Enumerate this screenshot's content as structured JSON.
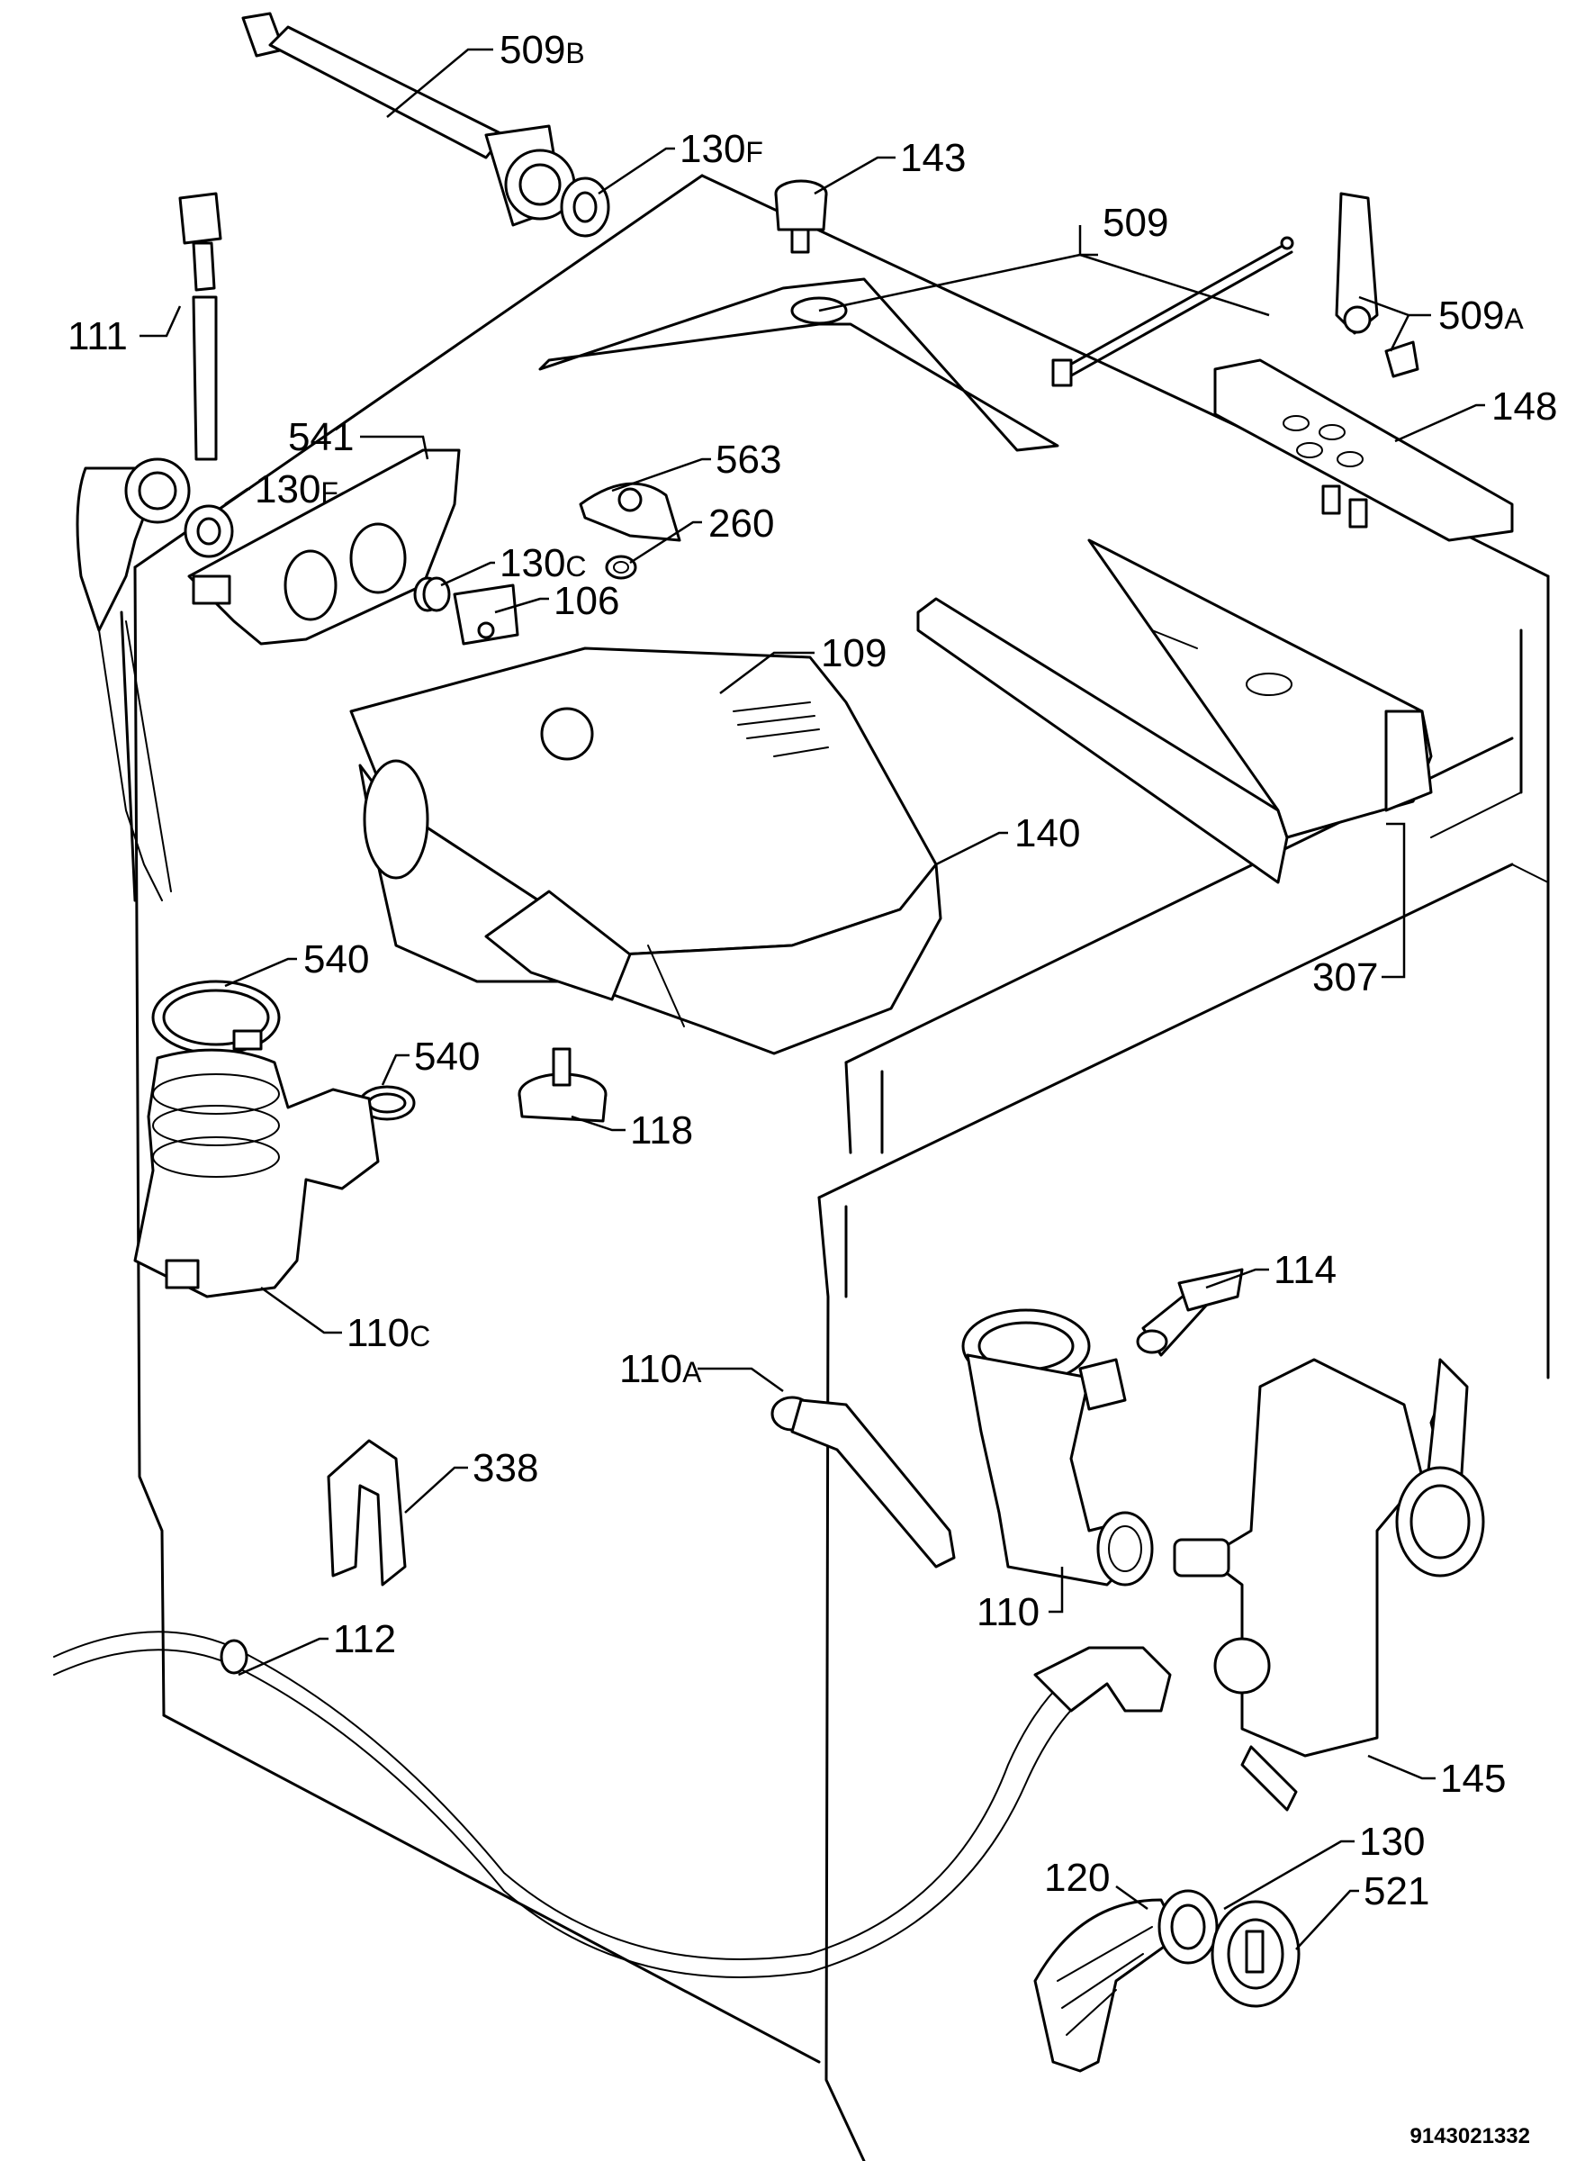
{
  "labels": {
    "l509b": {
      "num": "509",
      "sfx": "B"
    },
    "l130f_top": {
      "num": "130",
      "sfx": "F"
    },
    "l143": {
      "num": "143",
      "sfx": ""
    },
    "l509": {
      "num": "509",
      "sfx": ""
    },
    "l509a": {
      "num": "509",
      "sfx": "A"
    },
    "l111": {
      "num": "111",
      "sfx": ""
    },
    "l148": {
      "num": "148",
      "sfx": ""
    },
    "l541": {
      "num": "541",
      "sfx": ""
    },
    "l563": {
      "num": "563",
      "sfx": ""
    },
    "l130f_mid": {
      "num": "130",
      "sfx": "F"
    },
    "l260": {
      "num": "260",
      "sfx": ""
    },
    "l130c": {
      "num": "130",
      "sfx": "C"
    },
    "l106": {
      "num": "106",
      "sfx": ""
    },
    "l109": {
      "num": "109",
      "sfx": ""
    },
    "l140": {
      "num": "140",
      "sfx": ""
    },
    "l307": {
      "num": "307",
      "sfx": ""
    },
    "l540a": {
      "num": "540",
      "sfx": ""
    },
    "l540b": {
      "num": "540",
      "sfx": ""
    },
    "l118": {
      "num": "118",
      "sfx": ""
    },
    "l110c": {
      "num": "110",
      "sfx": "C"
    },
    "l114": {
      "num": "114",
      "sfx": ""
    },
    "l110a": {
      "num": "110",
      "sfx": "A"
    },
    "l338": {
      "num": "338",
      "sfx": ""
    },
    "l110": {
      "num": "110",
      "sfx": ""
    },
    "l112": {
      "num": "112",
      "sfx": ""
    },
    "l145": {
      "num": "145",
      "sfx": ""
    },
    "l130": {
      "num": "130",
      "sfx": ""
    },
    "l120": {
      "num": "120",
      "sfx": ""
    },
    "l521": {
      "num": "521",
      "sfx": ""
    }
  },
  "drawing_code": "9143021332"
}
